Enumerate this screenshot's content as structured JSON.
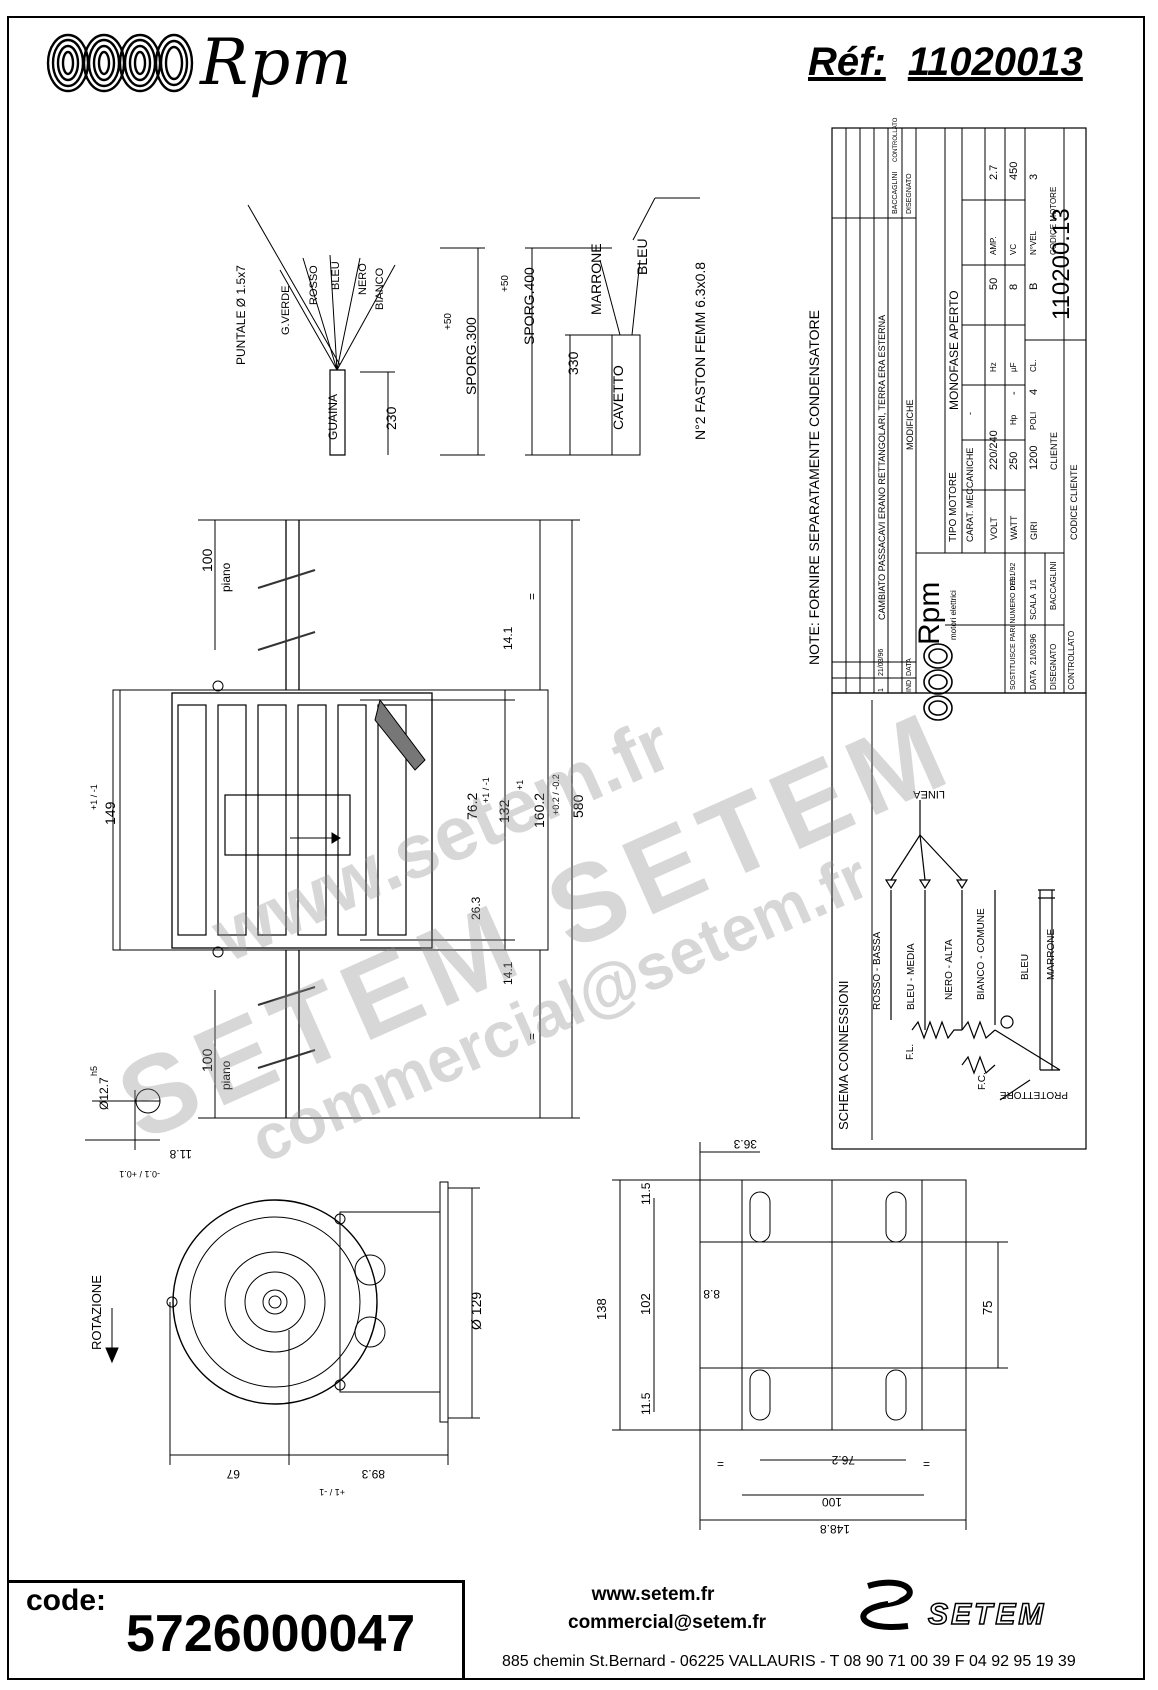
{
  "header": {
    "brand": "Rpm",
    "ref_label": "Réf:",
    "ref_number": "11020013"
  },
  "cable_drawing": {
    "tip_label": "PUNTALE Ø 1.5x7",
    "wires": [
      "G.VERDE",
      "ROSSO",
      "BLEU",
      "NERO",
      "BIANCO"
    ],
    "sheath": "GUAINA",
    "length_230": "230",
    "sporg1": "SPORG.300",
    "sporg1_tol": "+50",
    "sporg2": "SPORG.400",
    "sporg2_tol": "+50",
    "cap_wires": [
      "MARRONE",
      "BLEU"
    ],
    "length_330": "330",
    "cavetto": "CAVETTO",
    "faston": "N°2 FASTON FEMM 6.3x0.8"
  },
  "side_view": {
    "piano_top": "100",
    "piano_top_label": "piano",
    "piano_bottom": "100",
    "piano_bottom_label": "piano",
    "dim_14_1_top": "14.1",
    "dim_14_1_bottom": "14.1",
    "dim_149": "149",
    "dim_149_tol": "+1 / -1",
    "dim_76_2": "76.2",
    "dim_132": "132",
    "dim_132_tol": "+1 / -1",
    "dim_160_2": "160.2",
    "dim_160_2_tol": "+1",
    "dim_580": "580",
    "dim_580_tol": "+0.2 / -0.2",
    "dim_26_3": "26.3",
    "equal_mark": "="
  },
  "shaft_detail": {
    "dia": "Ø12.7",
    "dia_tol": "h5",
    "dim": "11.8",
    "dim_tol": "-0.1 / +0.1"
  },
  "front_view": {
    "rotation": "ROTAZIONE",
    "dia_129": "Ø 129",
    "dim_67": "67",
    "dim_89_3": "89.3",
    "dim_89_3_tol": "+1 / -1"
  },
  "bracket_view": {
    "dim_138": "138",
    "dim_102": "102",
    "dim_11_5_top": "11.5",
    "dim_11_5_bottom": "11.5",
    "dim_36_3": "36.3",
    "dim_8_8": "8.8",
    "dim_75": "75",
    "dim_76_2": "76.2",
    "dim_100": "100",
    "dim_148_8": "148.8",
    "equal_mark": "="
  },
  "title_block": {
    "note": "NOTE: FORNIRE SEPARATAMENTE CONDENSATORE",
    "mod_rows": [
      {
        "ind": "1",
        "data": "21/03/96",
        "text": "CAMBIATO PASSACAVI ERANO RETTANGOLARI, TERRA ERA ESTERNA"
      }
    ],
    "col_ind": "IND",
    "col_data": "DATA",
    "col_modifiche": "MODIFICHE",
    "baccaglini": "BACCAGLINI",
    "disegnato": "DISEGNATO",
    "controllato": "CONTROLLATO",
    "logo_text": "Rpm",
    "logo_sub": "motori elettrici",
    "tipo_motore_label": "TIPO MOTORE",
    "tipo_motore": "MONOFASE APERTO",
    "carat_label": "CARAT. MECCANICHE",
    "carat_value": "-",
    "volt_label": "VOLT",
    "volt": "220/240",
    "hz_label": "Hz",
    "hz": "50",
    "amp_label": "AMP.",
    "amp": "2.7",
    "watt_label": "WATT",
    "watt": "250",
    "hp_label": "Hp",
    "hp": "-",
    "uf_label": "µF",
    "uf": "8",
    "vc_label": "VC",
    "vc": "450",
    "giri_label": "GIRI",
    "giri": "1200",
    "poli_label": "POLI",
    "poli": "4",
    "cl_label": "CL.",
    "cl": "B",
    "nvel_label": "N°VEL",
    "nvel": "3",
    "sostituisce": "SOSTITUISCE PARI NUMERO DEL",
    "sostituisce_date": "07/91/92",
    "data_label": "DATA",
    "data_value": "21/03/96",
    "scala_label": "SCALA",
    "scala": "1/1",
    "disegnato_label": "DISEGNATO",
    "disegnato_value": "BACCAGLINI",
    "controllato_label": "CONTROLLATO",
    "cliente_label": "CLIENTE",
    "codice_cliente_label": "CODICE CLIENTE",
    "codice_motore_label": "CODICE MOTORE",
    "codice_motore": "110200.13"
  },
  "schema": {
    "title": "SCHEMA CONNESSIONI",
    "linea": "LINEA",
    "labels": [
      "ROSSO - BASSA",
      "BLEU - MEDIA",
      "NERO - ALTA",
      "BIANCO - COMUNE",
      "BLEU",
      "MARRONE"
    ],
    "fl": "F.L.",
    "fc": "F.C.",
    "protettore": "PROTETTORE"
  },
  "watermarks": [
    "www.setem.fr",
    "SETEM SETEM",
    "commercial@setem.fr"
  ],
  "footer": {
    "code_label": "code:",
    "code_value": "5726000047",
    "website": "www.setem.fr",
    "email": "commercial@setem.fr",
    "address": "885 chemin St.Bernard  -  06225 VALLAURIS  -  T 08 90 71 00 39   F 04 92 95 19 39",
    "logo": "SETEM"
  }
}
